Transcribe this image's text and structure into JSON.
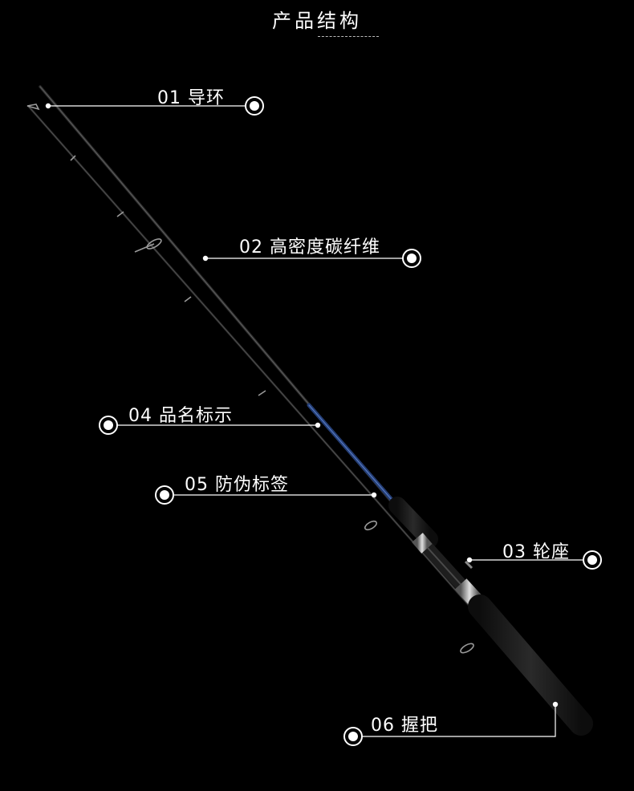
{
  "page": {
    "title": "产品结构"
  },
  "callouts": [
    {
      "id": "guide-ring",
      "label": "01 导环"
    },
    {
      "id": "carbon-fiber",
      "label": "02 高密度碳纤维"
    },
    {
      "id": "reel-seat",
      "label": "03 轮座"
    },
    {
      "id": "product-name-mark",
      "label": "04 品名标示"
    },
    {
      "id": "anti-counterfeit-label",
      "label": "05 防伪标签"
    },
    {
      "id": "grip",
      "label": "06 握把"
    }
  ],
  "colors": {
    "background": "#000000",
    "text": "#ffffff",
    "rod_label_blue": "#2f4f8f",
    "grip_foam": "#1a1a1a"
  },
  "icons": {
    "callout_marker": "target-circle-icon"
  }
}
